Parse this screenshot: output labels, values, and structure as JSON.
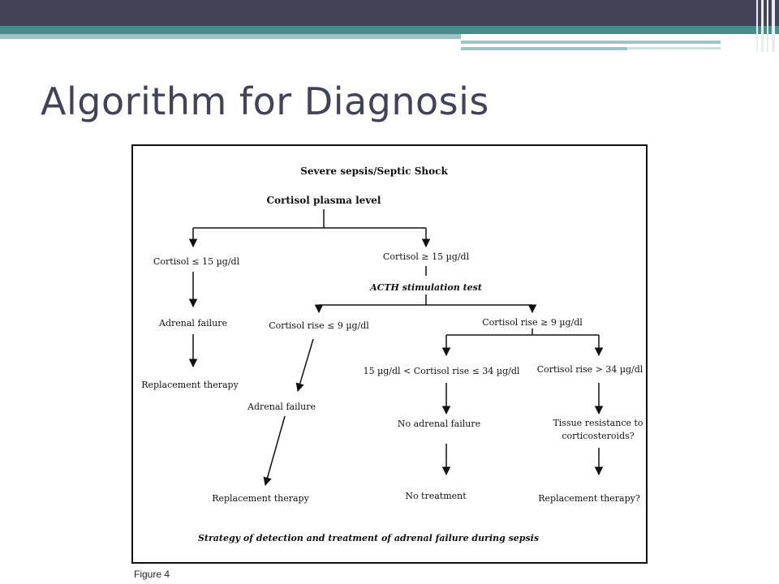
{
  "slide": {
    "title": "Algorithm for Diagnosis",
    "figure_label": "Figure 4",
    "colors": {
      "top_bar": "#424357",
      "accent_band": "#4a8c8c",
      "light_band": "#9fc3c5",
      "title": "#424357"
    }
  },
  "diagram": {
    "root": "Severe sepsis/Septic Shock",
    "cortisol_level": "Cortisol plasma level",
    "low_cortisol": "Cortisol ≤ 15 µg/dl",
    "high_cortisol": "Cortisol ≥ 15 µg/dl",
    "acth_test": "ACTH stimulation test",
    "adrenal_failure_left": "Adrenal failure",
    "replacement_left": "Replacement therapy",
    "rise_low": "Cortisol rise ≤ 9 µg/dl",
    "rise_high": "Cortisol rise ≥ 9 µg/dl",
    "adrenal_failure_mid": "Adrenal failure",
    "replacement_mid": "Replacement therapy",
    "rise_mid_range": "15 µg/dl < Cortisol rise ≤ 34 µg/dl",
    "rise_over_34": "Cortisol rise > 34 µg/dl",
    "no_adrenal_failure": "No adrenal failure",
    "no_treatment": "No treatment",
    "tissue_resistance_1": "Tissue resistance to",
    "tissue_resistance_2": "corticosteroids?",
    "replacement_q": "Replacement therapy?",
    "caption": "Strategy of detection and treatment of adrenal failure during sepsis"
  }
}
